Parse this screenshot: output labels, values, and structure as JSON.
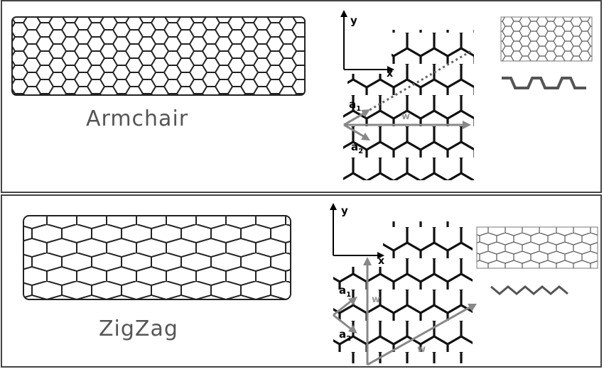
{
  "armchair": {
    "name": "Armchair",
    "axis_x": "x",
    "axis_y": "y",
    "a1_base": "a",
    "a1_sub": "1",
    "a2_base": "a",
    "a2_sub": "2",
    "w_label": "w"
  },
  "zigzag": {
    "name": "ZigZag",
    "axis_x": "x",
    "axis_y": "y",
    "a1_base": "a",
    "a1_sub": "1",
    "a2_base": "a",
    "a2_sub": "2",
    "w_label_vertical": "w",
    "w_label_diagonal": "w"
  }
}
